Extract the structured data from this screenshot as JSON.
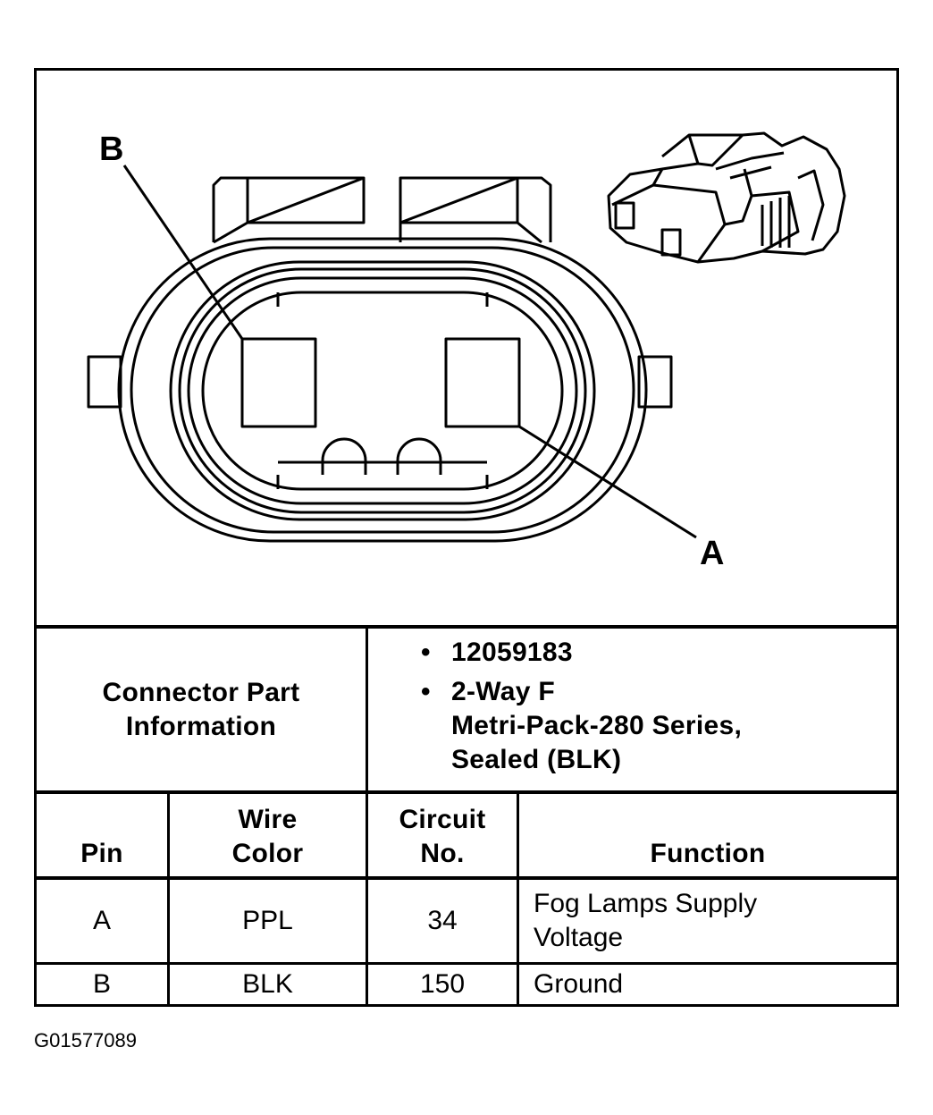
{
  "diagram": {
    "pin_labels": {
      "b": "B",
      "a": "A"
    },
    "icons": [
      "connector-face-view",
      "connector-3d-view"
    ]
  },
  "connector_info": {
    "label": "Connector Part\nInformation",
    "bullets": [
      "12059183",
      "2-Way F\nMetri-Pack-280 Series,\nSealed (BLK)"
    ],
    "bullet_glyph": "•"
  },
  "table": {
    "headers": {
      "pin": "Pin",
      "wire_color": "Wire\nColor",
      "circuit": "Circuit\nNo.",
      "function": "Function"
    },
    "rows": [
      {
        "pin": "A",
        "wire_color": "PPL",
        "circuit": "34",
        "function": "Fog Lamps Supply\nVoltage"
      },
      {
        "pin": "B",
        "wire_color": "BLK",
        "circuit": "150",
        "function": "Ground"
      }
    ]
  },
  "figure_id": "G01577089"
}
